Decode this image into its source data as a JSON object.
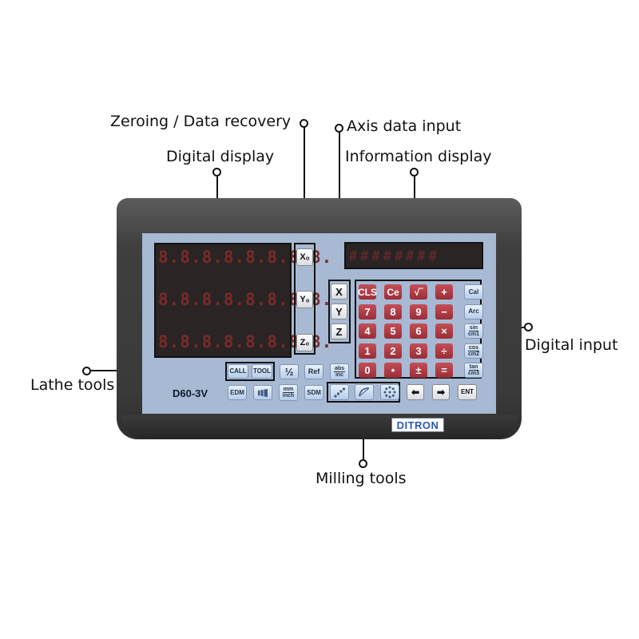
{
  "callouts": {
    "zeroing": "Zeroing / Data recovery",
    "axis_input": "Axis data input",
    "digital_display": "Digital display",
    "info_display": "Information display",
    "digital_input": "Digital input",
    "lathe_tools": "Lathe tools",
    "milling_tools": "Milling  tools"
  },
  "device": {
    "model": "D60-3V",
    "brand": "DITRON",
    "display_rows": [
      "8.8.8.8.8.8.8.8.",
      "8.8.8.8.8.8.8.8.",
      "8.8.8.8.8.8.8.8."
    ],
    "info_text": "########",
    "zero_keys": [
      "X₀",
      "Y₀",
      "Z₀"
    ],
    "axis_keys": [
      "X",
      "Y",
      "Z"
    ],
    "keypad": [
      [
        "CLS",
        "Ce",
        "√‾",
        "+",
        "Cal"
      ],
      [
        "7",
        "8",
        "9",
        "−",
        "Arc"
      ],
      [
        "4",
        "5",
        "6",
        "×",
        "sin|cm1"
      ],
      [
        "1",
        "2",
        "3",
        "÷",
        "cos|cm2"
      ],
      [
        "0",
        "•",
        "±",
        "=",
        "tan|cm3"
      ]
    ],
    "function_keys": {
      "call": "CALL",
      "tool": "TOOL",
      "half": "½",
      "ref": "Ref",
      "abs": "abs",
      "inc": "inc",
      "edm": "EDM",
      "mm": "mm",
      "inch": "inch",
      "sdm": "SDM",
      "left_arrow": "⬅",
      "right_arrow": "➡",
      "ent": "ENT"
    }
  }
}
